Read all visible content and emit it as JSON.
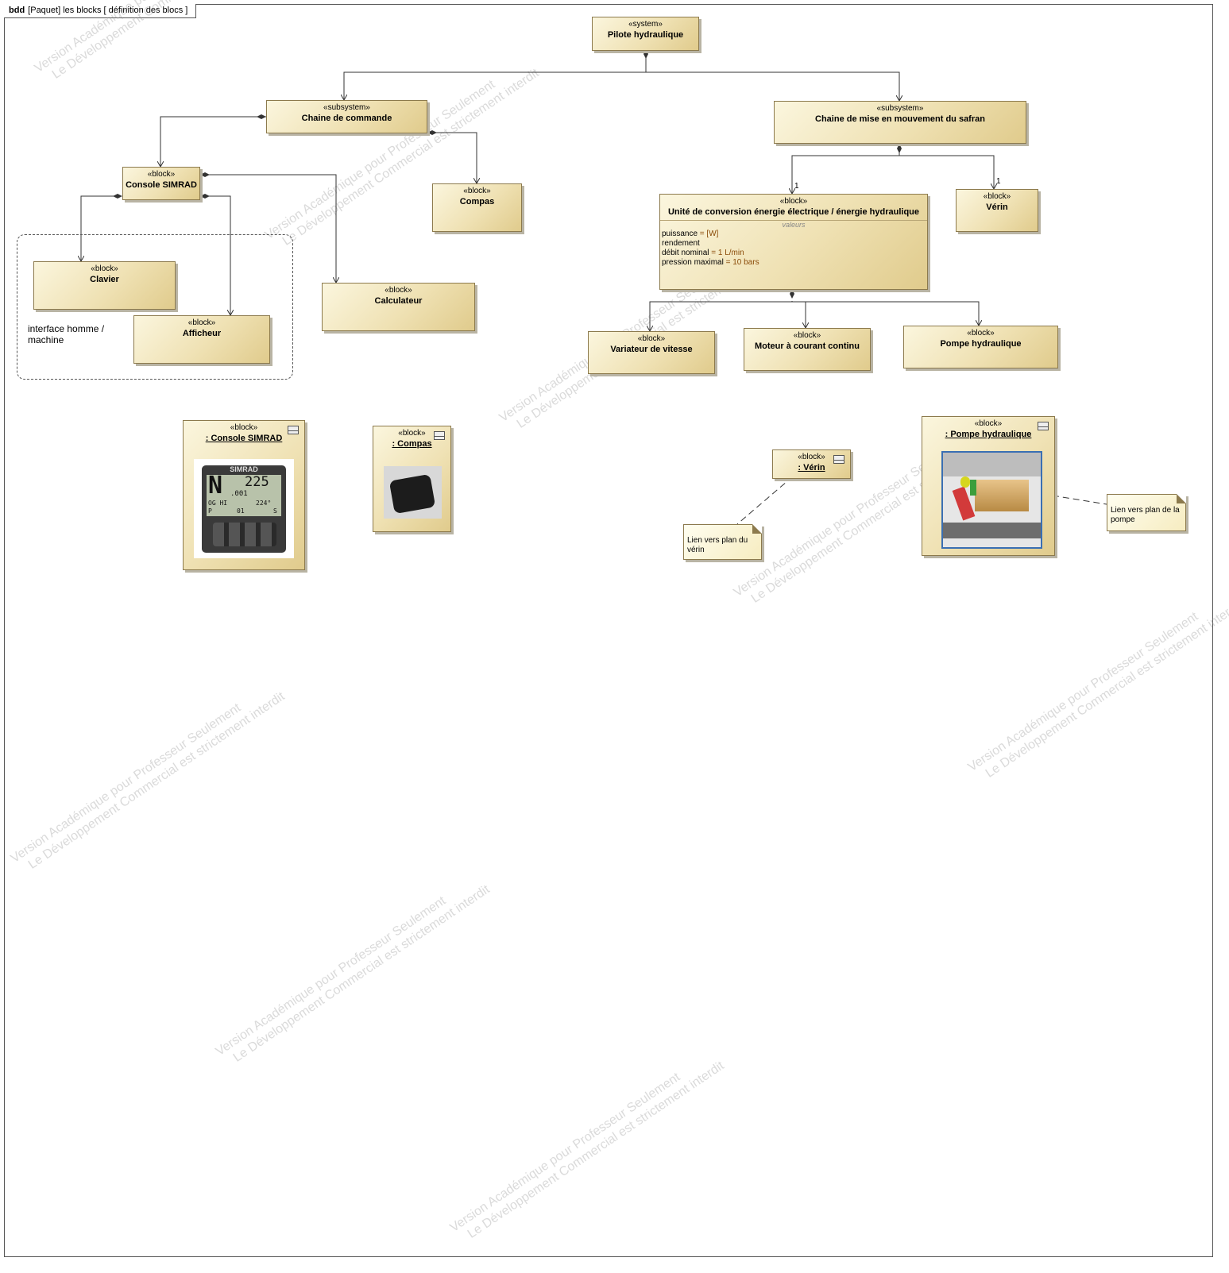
{
  "frame": {
    "kind": "bdd",
    "title": "[Paquet]  les blocks [  définition des blocs  ]"
  },
  "blocks": {
    "pilote": {
      "stereotype": "«system»",
      "name": "Pilote hydraulique"
    },
    "chaine_commande": {
      "stereotype": "«subsystem»",
      "name": "Chaine de commande"
    },
    "chaine_mouvement": {
      "stereotype": "«subsystem»",
      "name": "Chaine de mise en mouvement du safran"
    },
    "console": {
      "stereotype": "«block»",
      "name": "Console SIMRAD"
    },
    "compas": {
      "stereotype": "«block»",
      "name": "Compas"
    },
    "clavier": {
      "stereotype": "«block»",
      "name": "Clavier"
    },
    "afficheur": {
      "stereotype": "«block»",
      "name": "Afficheur"
    },
    "calculateur": {
      "stereotype": "«block»",
      "name": "Calculateur"
    },
    "unite": {
      "stereotype": "«block»",
      "name": "Unité de conversion énergie électrique / énergie hydraulique",
      "compartment_title": "valeurs",
      "values": [
        {
          "name": "puissance",
          "value": " = [W]"
        },
        {
          "name": "rendement",
          "value": ""
        },
        {
          "name": "débit nominal",
          "value": " = 1 L/min"
        },
        {
          "name": "pression maximal",
          "value": " = 10 bars"
        }
      ]
    },
    "verin": {
      "stereotype": "«block»",
      "name": "Vérin"
    },
    "variateur": {
      "stereotype": "«block»",
      "name": "Variateur de vitesse"
    },
    "moteur": {
      "stereotype": "«block»",
      "name": "Moteur à courant continu"
    },
    "pompe": {
      "stereotype": "«block»",
      "name": "Pompe hydraulique"
    }
  },
  "group": {
    "label": "interface homme / machine"
  },
  "multiplicities": {
    "unite": "1",
    "verin": "1"
  },
  "instances": {
    "console": {
      "stereotype": "«block»",
      "name": ": Console SIMRAD",
      "screen": {
        "brand": "SIMRAD",
        "big": "N",
        "heading": "225",
        "line2": ".001",
        "line3a": "OG HI",
        "line3b": "224°",
        "line4a": "P",
        "line4b": "01",
        "line4c": "S"
      }
    },
    "compas": {
      "stereotype": "«block»",
      "name": ": Compas"
    },
    "verin": {
      "stereotype": "«block»",
      "name": ": Vérin"
    },
    "pompe": {
      "stereotype": "«block»",
      "name": ": Pompe hydraulique"
    }
  },
  "notes": {
    "verin": "Lien vers plan du vérin",
    "pompe": "Lien vers plan de la pompe"
  },
  "watermark": {
    "line1": "Version Académique pour Professeur Seulement",
    "line2": "Le Développement Commercial est strictement interdit"
  },
  "colors": {
    "block_fill": "#efe1b3",
    "block_border": "#8c7a4d",
    "value_text": "#8a4b08"
  }
}
